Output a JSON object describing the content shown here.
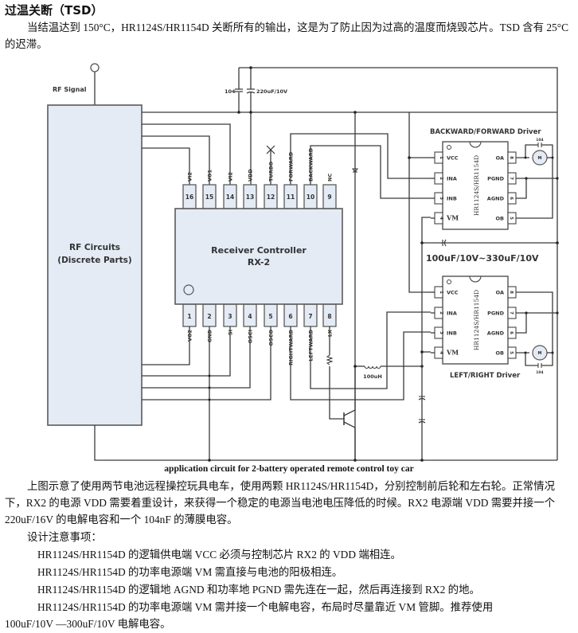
{
  "heading": "过温关断（TSD）",
  "intro_paragraph": "当结温达到 150°C，HR1124S/HR1154D 关断所有的输出，这是为了防止因为过高的温度而烧毁芯片。TSD 含有 25°C的迟滞。",
  "schematic": {
    "rf_signal_label": "RF Signal",
    "rf_block_label_line1": "RF Circuits",
    "rf_block_label_line2": "(Discrete Parts)",
    "cap_104_label": "104",
    "cap_220_label": "220uF/10V",
    "controller_line1": "Receiver Controller",
    "controller_line2": "RX-2",
    "top_pins": [
      {
        "num": "16",
        "name": "VI2"
      },
      {
        "num": "15",
        "name": "VO1"
      },
      {
        "num": "14",
        "name": "VI2"
      },
      {
        "num": "13",
        "name": "VDD"
      },
      {
        "num": "12",
        "name": "TURBO"
      },
      {
        "num": "11",
        "name": "FORWARD"
      },
      {
        "num": "10",
        "name": "BACKWARD"
      },
      {
        "num": "9",
        "name": "NC"
      }
    ],
    "bottom_pins": [
      {
        "num": "1",
        "name": "VO2"
      },
      {
        "num": "2",
        "name": "GND"
      },
      {
        "num": "3",
        "name": "SI"
      },
      {
        "num": "4",
        "name": "OSCI"
      },
      {
        "num": "5",
        "name": "OSCO"
      },
      {
        "num": "6",
        "name": "RIGHTWARD"
      },
      {
        "num": "7",
        "name": "LEFTWARD"
      },
      {
        "num": "8",
        "name": "LX"
      }
    ],
    "driver_top_title": "BACKWARD/FORWARD Driver",
    "driver_bottom_title": "LEFT/RIGHT Driver",
    "driver_chip_text": "HR1124S/HR1154D",
    "driver_left_pins": [
      {
        "num": "1",
        "name": "VCC"
      },
      {
        "num": "2",
        "name": "INA"
      },
      {
        "num": "3",
        "name": "INB"
      },
      {
        "num": "4",
        "name": "VM"
      }
    ],
    "driver_right_pins": [
      {
        "num": "8",
        "name": "OA"
      },
      {
        "num": "7",
        "name": "PGND"
      },
      {
        "num": "6",
        "name": "AGND"
      },
      {
        "num": "5",
        "name": "OB"
      }
    ],
    "motor_label": "M",
    "motor_cap_label": "104",
    "vm_cap_label": "100uF/10V~330uF/10V",
    "inductor_label": "100uH"
  },
  "caption": "application circuit for 2-battery operated remote control toy car",
  "description_paragraph": "上图示意了使用两节电池远程操控玩具电车，使用两颗 HR1124S/HR1154D，分别控制前后轮和左右轮。正常情况下，RX2 的电源 VDD 需要着重设计，来获得一个稳定的电源当电池电压降低的时候。RX2 电源端 VDD 需要并接一个 220uF/16V 的电解电容和一个 104nF 的薄膜电容。",
  "notes_title": "设计注意事项：",
  "notes": [
    "HR1124S/HR1154D 的逻辑供电端 VCC 必须与控制芯片 RX2 的 VDD 端相连。",
    "HR1124S/HR1154D 的功率电源端 VM 需直接与电池的阳极相连。",
    "HR1124S/HR1154D 的逻辑地 AGND 和功率地 PGND 需先连在一起，然后再连接到 RX2 的地。",
    "HR1124S/HR1154D 的功率电源端 VM 需并接一个电解电容，布局时尽量靠近 VM 管脚。推荐使用"
  ],
  "notes_last_line": "100uF/10V —300uF/10V  电解电容。"
}
